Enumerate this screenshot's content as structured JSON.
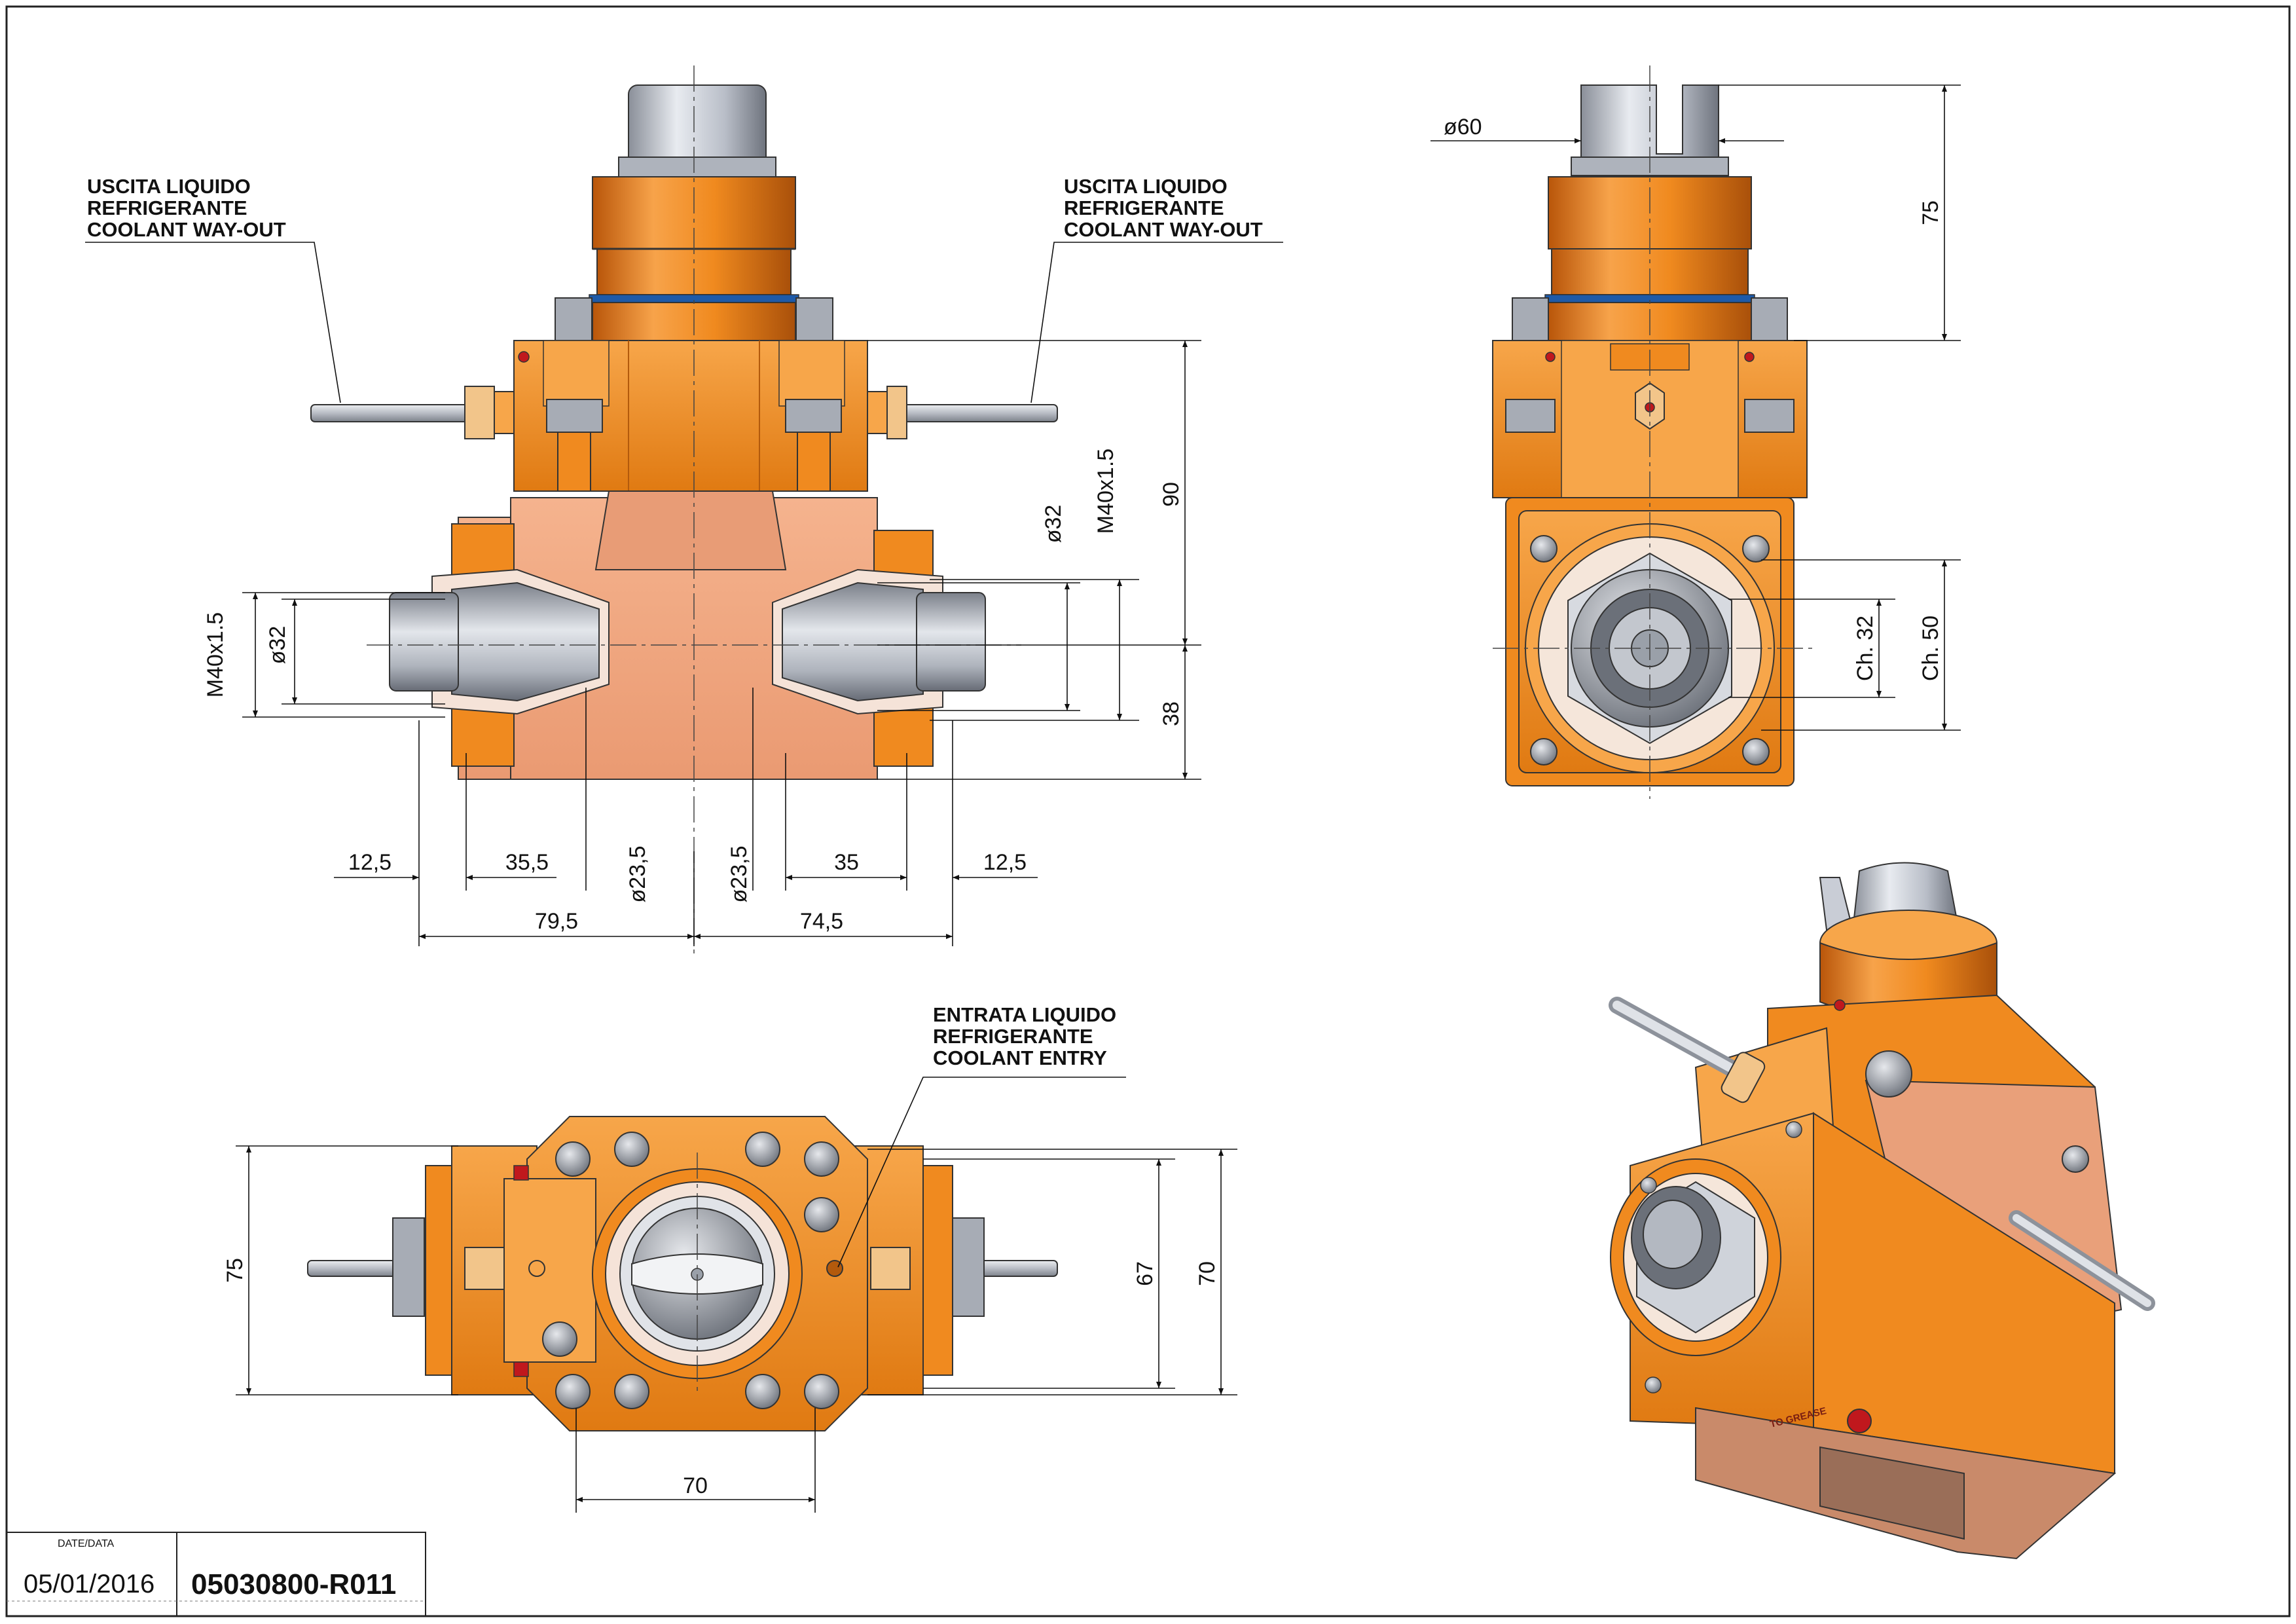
{
  "colors": {
    "orange_main": "#f08a1f",
    "orange_light": "#f7a64a",
    "orange_dark": "#b35a0c",
    "salmon": "#f2a882",
    "salmon_dark": "#d98862",
    "steel": "#c9cdd6",
    "steel_dark": "#7f8590",
    "line": "#111111",
    "blue_ring": "#1e5aa8",
    "accent_red": "#c0181d"
  },
  "labels": {
    "coolant_out_left": [
      "USCITA LIQUIDO",
      "REFRIGERANTE",
      "COOLANT WAY-OUT"
    ],
    "coolant_out_right": [
      "USCITA LIQUIDO",
      "REFRIGERANTE",
      "COOLANT WAY-OUT"
    ],
    "coolant_entry": [
      "ENTRATA LIQUIDO",
      "REFRIGERANTE",
      "COOLANT ENTRY"
    ]
  },
  "dimensions": {
    "front": {
      "left_thread": "M40x1.5",
      "left_bore": "ø32",
      "right_bore": "ø32",
      "right_thread": "M40x1.5",
      "height_total": "90",
      "height_lower": "38",
      "w_12_5_left": "12,5",
      "w_35_5": "35,5",
      "w_dia_left": "ø23,5",
      "w_dia_right": "ø23,5",
      "w_35": "35",
      "w_12_5_right": "12,5",
      "w_79_5": "79,5",
      "w_74_5": "74,5"
    },
    "side": {
      "shank_dia": "ø60",
      "shank_height": "75",
      "ch32": "Ch. 32",
      "ch50": "Ch. 50"
    },
    "top": {
      "height_75": "75",
      "height_67": "67",
      "height_70": "70",
      "width_70": "70"
    }
  },
  "engraving": {
    "iso_label": "TO GREASE"
  },
  "title_block": {
    "date_label": "DATE/DATA",
    "date": "05/01/2016",
    "code": "05030800-R011"
  }
}
